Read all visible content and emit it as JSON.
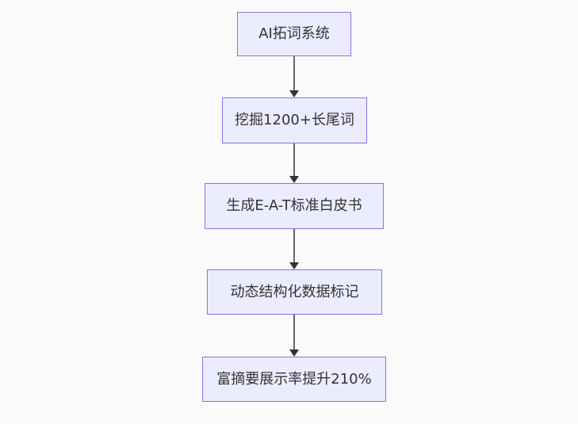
{
  "flowchart": {
    "type": "vertical-flowchart",
    "nodes": [
      {
        "label": "AI拓词系统"
      },
      {
        "label": "挖掘1200+长尾词"
      },
      {
        "label": "生成E-A-T标准白皮书"
      },
      {
        "label": "动态结构化数据标记"
      },
      {
        "label": "富摘要展示率提升210%"
      }
    ],
    "connections": [
      {
        "from": 0,
        "to": 1
      },
      {
        "from": 1,
        "to": 2
      },
      {
        "from": 2,
        "to": 3
      },
      {
        "from": 3,
        "to": 4
      }
    ],
    "colors": {
      "background": "#fafafa",
      "node_fill": "#ececff",
      "node_border": "#9370db",
      "node_text": "#333333",
      "arrow_line": "#666666",
      "arrow_head": "#333333"
    }
  }
}
